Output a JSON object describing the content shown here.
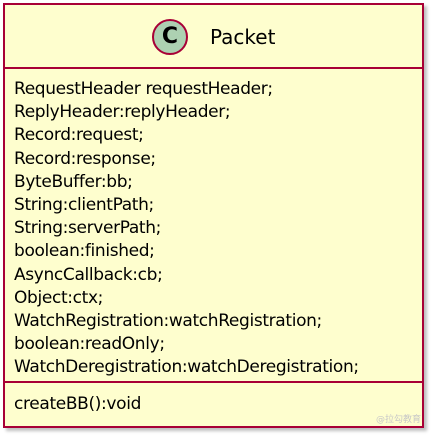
{
  "class": {
    "stereotype_letter": "C",
    "name": "Packet",
    "fields": [
      "RequestHeader requestHeader;",
      "ReplyHeader:replyHeader;",
      "Record:request;",
      "Record:response;",
      "ByteBuffer:bb;",
      "String:clientPath;",
      "String:serverPath;",
      "boolean:finished;",
      "AsyncCallback:cb;",
      "Object:ctx;",
      "WatchRegistration:watchRegistration;",
      "boolean:readOnly;",
      "WatchDeregistration:watchDeregistration;"
    ],
    "methods": [
      "createBB():void"
    ]
  },
  "watermark": "@拉勾教育",
  "colors": {
    "class_fill": "#fefece",
    "border": "#a80036",
    "stereotype_fill": "#add1b2"
  }
}
